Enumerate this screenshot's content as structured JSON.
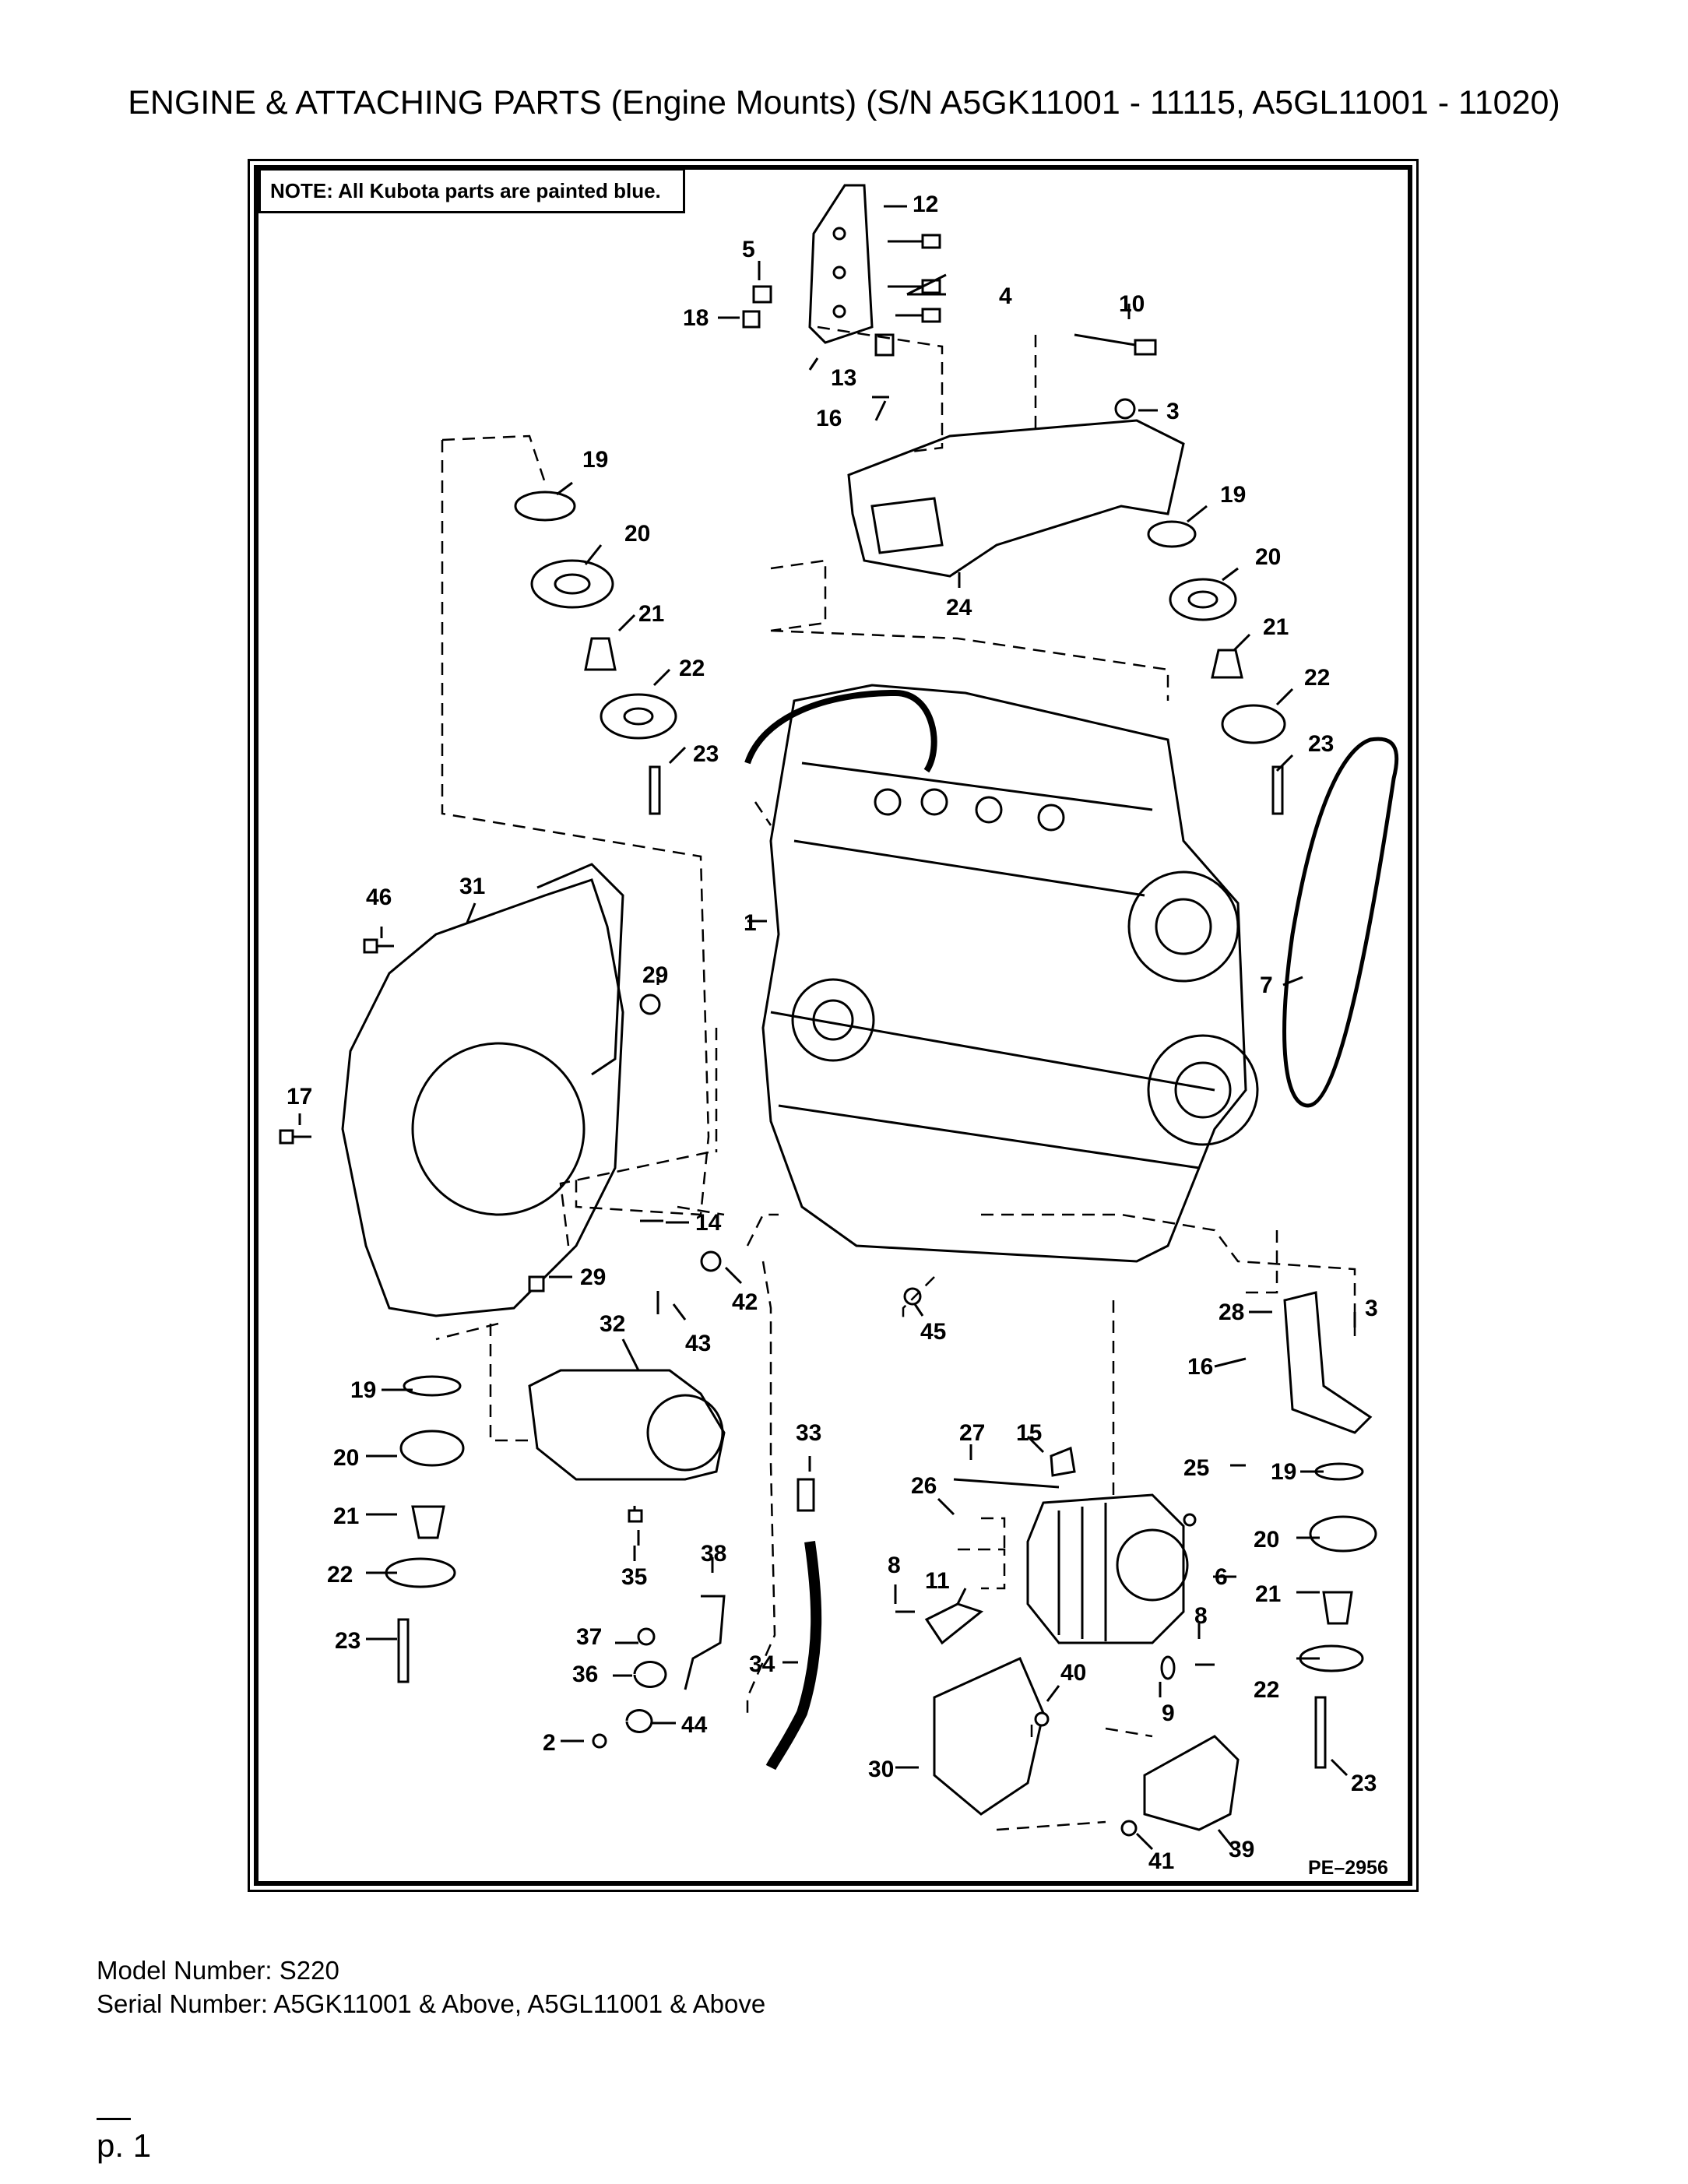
{
  "title": "ENGINE & ATTACHING PARTS (Engine Mounts) (S/N A5GK11001 - 11115, A5GL11001 - 11020)",
  "note": {
    "label": "NOTE:",
    "text": "All Kubota parts are painted blue."
  },
  "figure_ref": "PE–2956",
  "callouts": [
    "1",
    "2",
    "3",
    "3",
    "4",
    "5",
    "6",
    "7",
    "8",
    "8",
    "9",
    "10",
    "11",
    "12",
    "13",
    "14",
    "15",
    "16",
    "16",
    "17",
    "18",
    "19",
    "19",
    "19",
    "19",
    "20",
    "20",
    "20",
    "20",
    "21",
    "21",
    "21",
    "21",
    "22",
    "22",
    "22",
    "22",
    "23",
    "23",
    "23",
    "23",
    "24",
    "25",
    "26",
    "27",
    "28",
    "29",
    "29",
    "30",
    "31",
    "32",
    "33",
    "34",
    "35",
    "36",
    "37",
    "38",
    "39",
    "40",
    "41",
    "42",
    "43",
    "44",
    "45",
    "46"
  ],
  "footer": {
    "model": "Model Number: S220",
    "serial": "Serial Number: A5GK11001 & Above, A5GL11001 & Above"
  },
  "page": "p. 1"
}
